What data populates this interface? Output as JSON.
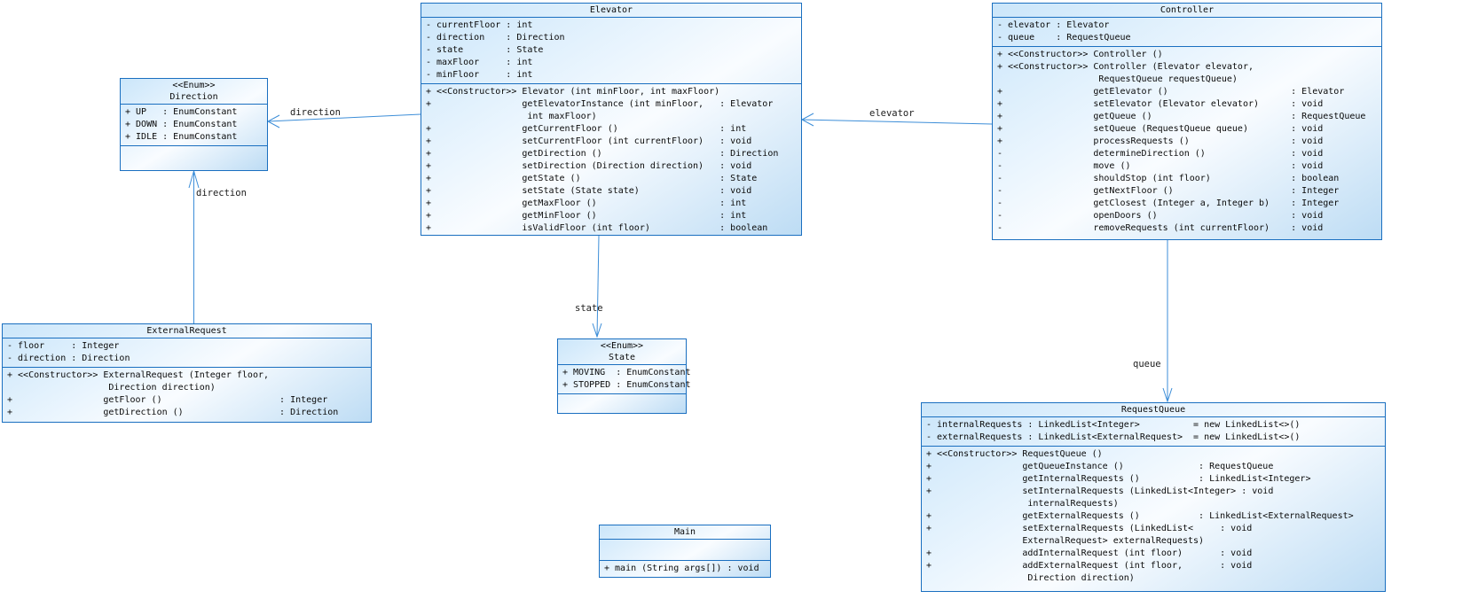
{
  "colors": {
    "box_border": "#1a6fc0",
    "connector": "#3d8ed8",
    "fill_light": "#ecf6fe",
    "fill_dark": "#bddcf4"
  },
  "classes": {
    "elevator": {
      "title_lines": [
        "Elevator"
      ],
      "attributes": [
        "- currentFloor : int",
        "- direction    : Direction",
        "- state        : State",
        "- maxFloor     : int",
        "- minFloor     : int"
      ],
      "methods": [
        "+ <<Constructor>> Elevator (int minFloor, int maxFloor)",
        "+                 getElevatorInstance (int minFloor,   : Elevator",
        "                   int maxFloor)",
        "+                 getCurrentFloor ()                   : int",
        "+                 setCurrentFloor (int currentFloor)   : void",
        "+                 getDirection ()                      : Direction",
        "+                 setDirection (Direction direction)   : void",
        "+                 getState ()                          : State",
        "+                 setState (State state)               : void",
        "+                 getMaxFloor ()                       : int",
        "+                 getMinFloor ()                       : int",
        "+                 isValidFloor (int floor)             : boolean"
      ]
    },
    "controller": {
      "title_lines": [
        "Controller"
      ],
      "attributes": [
        "- elevator : Elevator",
        "- queue    : RequestQueue"
      ],
      "methods": [
        "+ <<Constructor>> Controller ()",
        "+ <<Constructor>> Controller (Elevator elevator,",
        "                   RequestQueue requestQueue)",
        "+                 getElevator ()                       : Elevator",
        "+                 setElevator (Elevator elevator)      : void",
        "+                 getQueue ()                          : RequestQueue",
        "+                 setQueue (RequestQueue queue)        : void",
        "+                 processRequests ()                   : void",
        "-                 determineDirection ()                : void",
        "-                 move ()                              : void",
        "-                 shouldStop (int floor)               : boolean",
        "-                 getNextFloor ()                      : Integer",
        "-                 getClosest (Integer a, Integer b)    : Integer",
        "-                 openDoors ()                         : void",
        "-                 removeRequests (int currentFloor)    : void"
      ]
    },
    "direction": {
      "title_lines": [
        "<<Enum>>",
        "Direction"
      ],
      "attributes": [
        "+ UP   : EnumConstant",
        "+ DOWN : EnumConstant",
        "+ IDLE : EnumConstant"
      ],
      "methods": []
    },
    "external_request": {
      "title_lines": [
        "ExternalRequest"
      ],
      "attributes": [
        "- floor     : Integer",
        "- direction : Direction"
      ],
      "methods": [
        "+ <<Constructor>> ExternalRequest (Integer floor,",
        "                   Direction direction)",
        "+                 getFloor ()                      : Integer",
        "+                 getDirection ()                  : Direction"
      ]
    },
    "state": {
      "title_lines": [
        "<<Enum>>",
        "State"
      ],
      "attributes": [
        "+ MOVING  : EnumConstant",
        "+ STOPPED : EnumConstant"
      ],
      "methods": []
    },
    "main": {
      "title_lines": [
        "Main"
      ],
      "attributes": [],
      "methods": [
        "+ main (String args[]) : void"
      ]
    },
    "request_queue": {
      "title_lines": [
        "RequestQueue"
      ],
      "attributes": [
        "- internalRequests : LinkedList<Integer>          = new LinkedList<>()",
        "- externalRequests : LinkedList<ExternalRequest>  = new LinkedList<>()"
      ],
      "methods": [
        "+ <<Constructor>> RequestQueue ()",
        "+                 getQueueInstance ()              : RequestQueue",
        "+                 getInternalRequests ()           : LinkedList<Integer>",
        "+                 setInternalRequests (LinkedList<Integer> : void",
        "                   internalRequests)",
        "+                 getExternalRequests ()           : LinkedList<ExternalRequest>",
        "+                 setExternalRequests (LinkedList<     : void",
        "                  ExternalRequest> externalRequests)",
        "+                 addInternalRequest (int floor)       : void",
        "+                 addExternalRequest (int floor,       : void",
        "                   Direction direction)"
      ]
    }
  },
  "connectors": {
    "elevator_to_direction": {
      "label": "direction"
    },
    "externalrequest_to_direction": {
      "label": "direction"
    },
    "controller_to_elevator": {
      "label": "elevator"
    },
    "elevator_to_state": {
      "label": "state"
    },
    "controller_to_requestqueue": {
      "label": "queue"
    }
  }
}
